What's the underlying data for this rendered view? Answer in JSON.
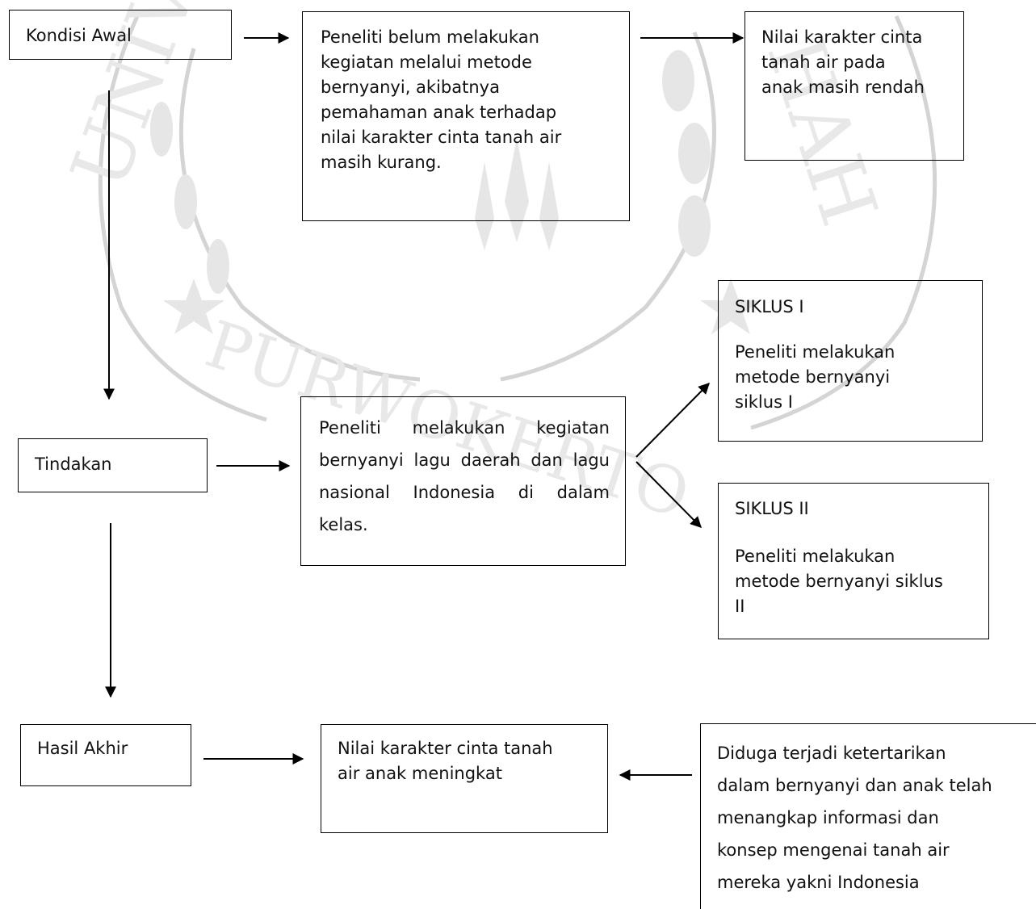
{
  "watermark": {
    "words": [
      "UNIV",
      "PURWOKERTO",
      "HAH"
    ],
    "colors": {
      "line": "#d4d4d4",
      "fill": "#e6e6e6"
    }
  },
  "kondisi_awal": {
    "label": "Kondisi Awal",
    "description": "Peneliti belum melakukan\nkegiatan melalui metode\nbernyanyi, akibatnya\npemahaman anak terhadap\nnilai karakter cinta tanah air\nmasih kurang.",
    "result": "Nilai karakter cinta\ntanah air pada\nanak masih rendah"
  },
  "tindakan": {
    "label": "Tindakan",
    "description": "Peneliti melakukan kegiatan bernyanyi lagu daerah dan lagu nasional Indonesia di dalam kelas.",
    "siklus": [
      {
        "title": "SIKLUS I",
        "text": "Peneliti melakukan\nmetode bernyanyi\nsiklus I"
      },
      {
        "title": "SIKLUS II",
        "text": "Peneliti melakukan\nmetode bernyanyi siklus\nII"
      }
    ]
  },
  "hasil_akhir": {
    "label": "Hasil Akhir",
    "result": "Nilai karakter cinta tanah\nair anak meningkat",
    "reason": "Diduga terjadi ketertarikan\ndalam bernyanyi dan anak telah\nmenangkap informasi dan\nkonsep mengenai tanah air\nmereka yakni Indonesia"
  }
}
